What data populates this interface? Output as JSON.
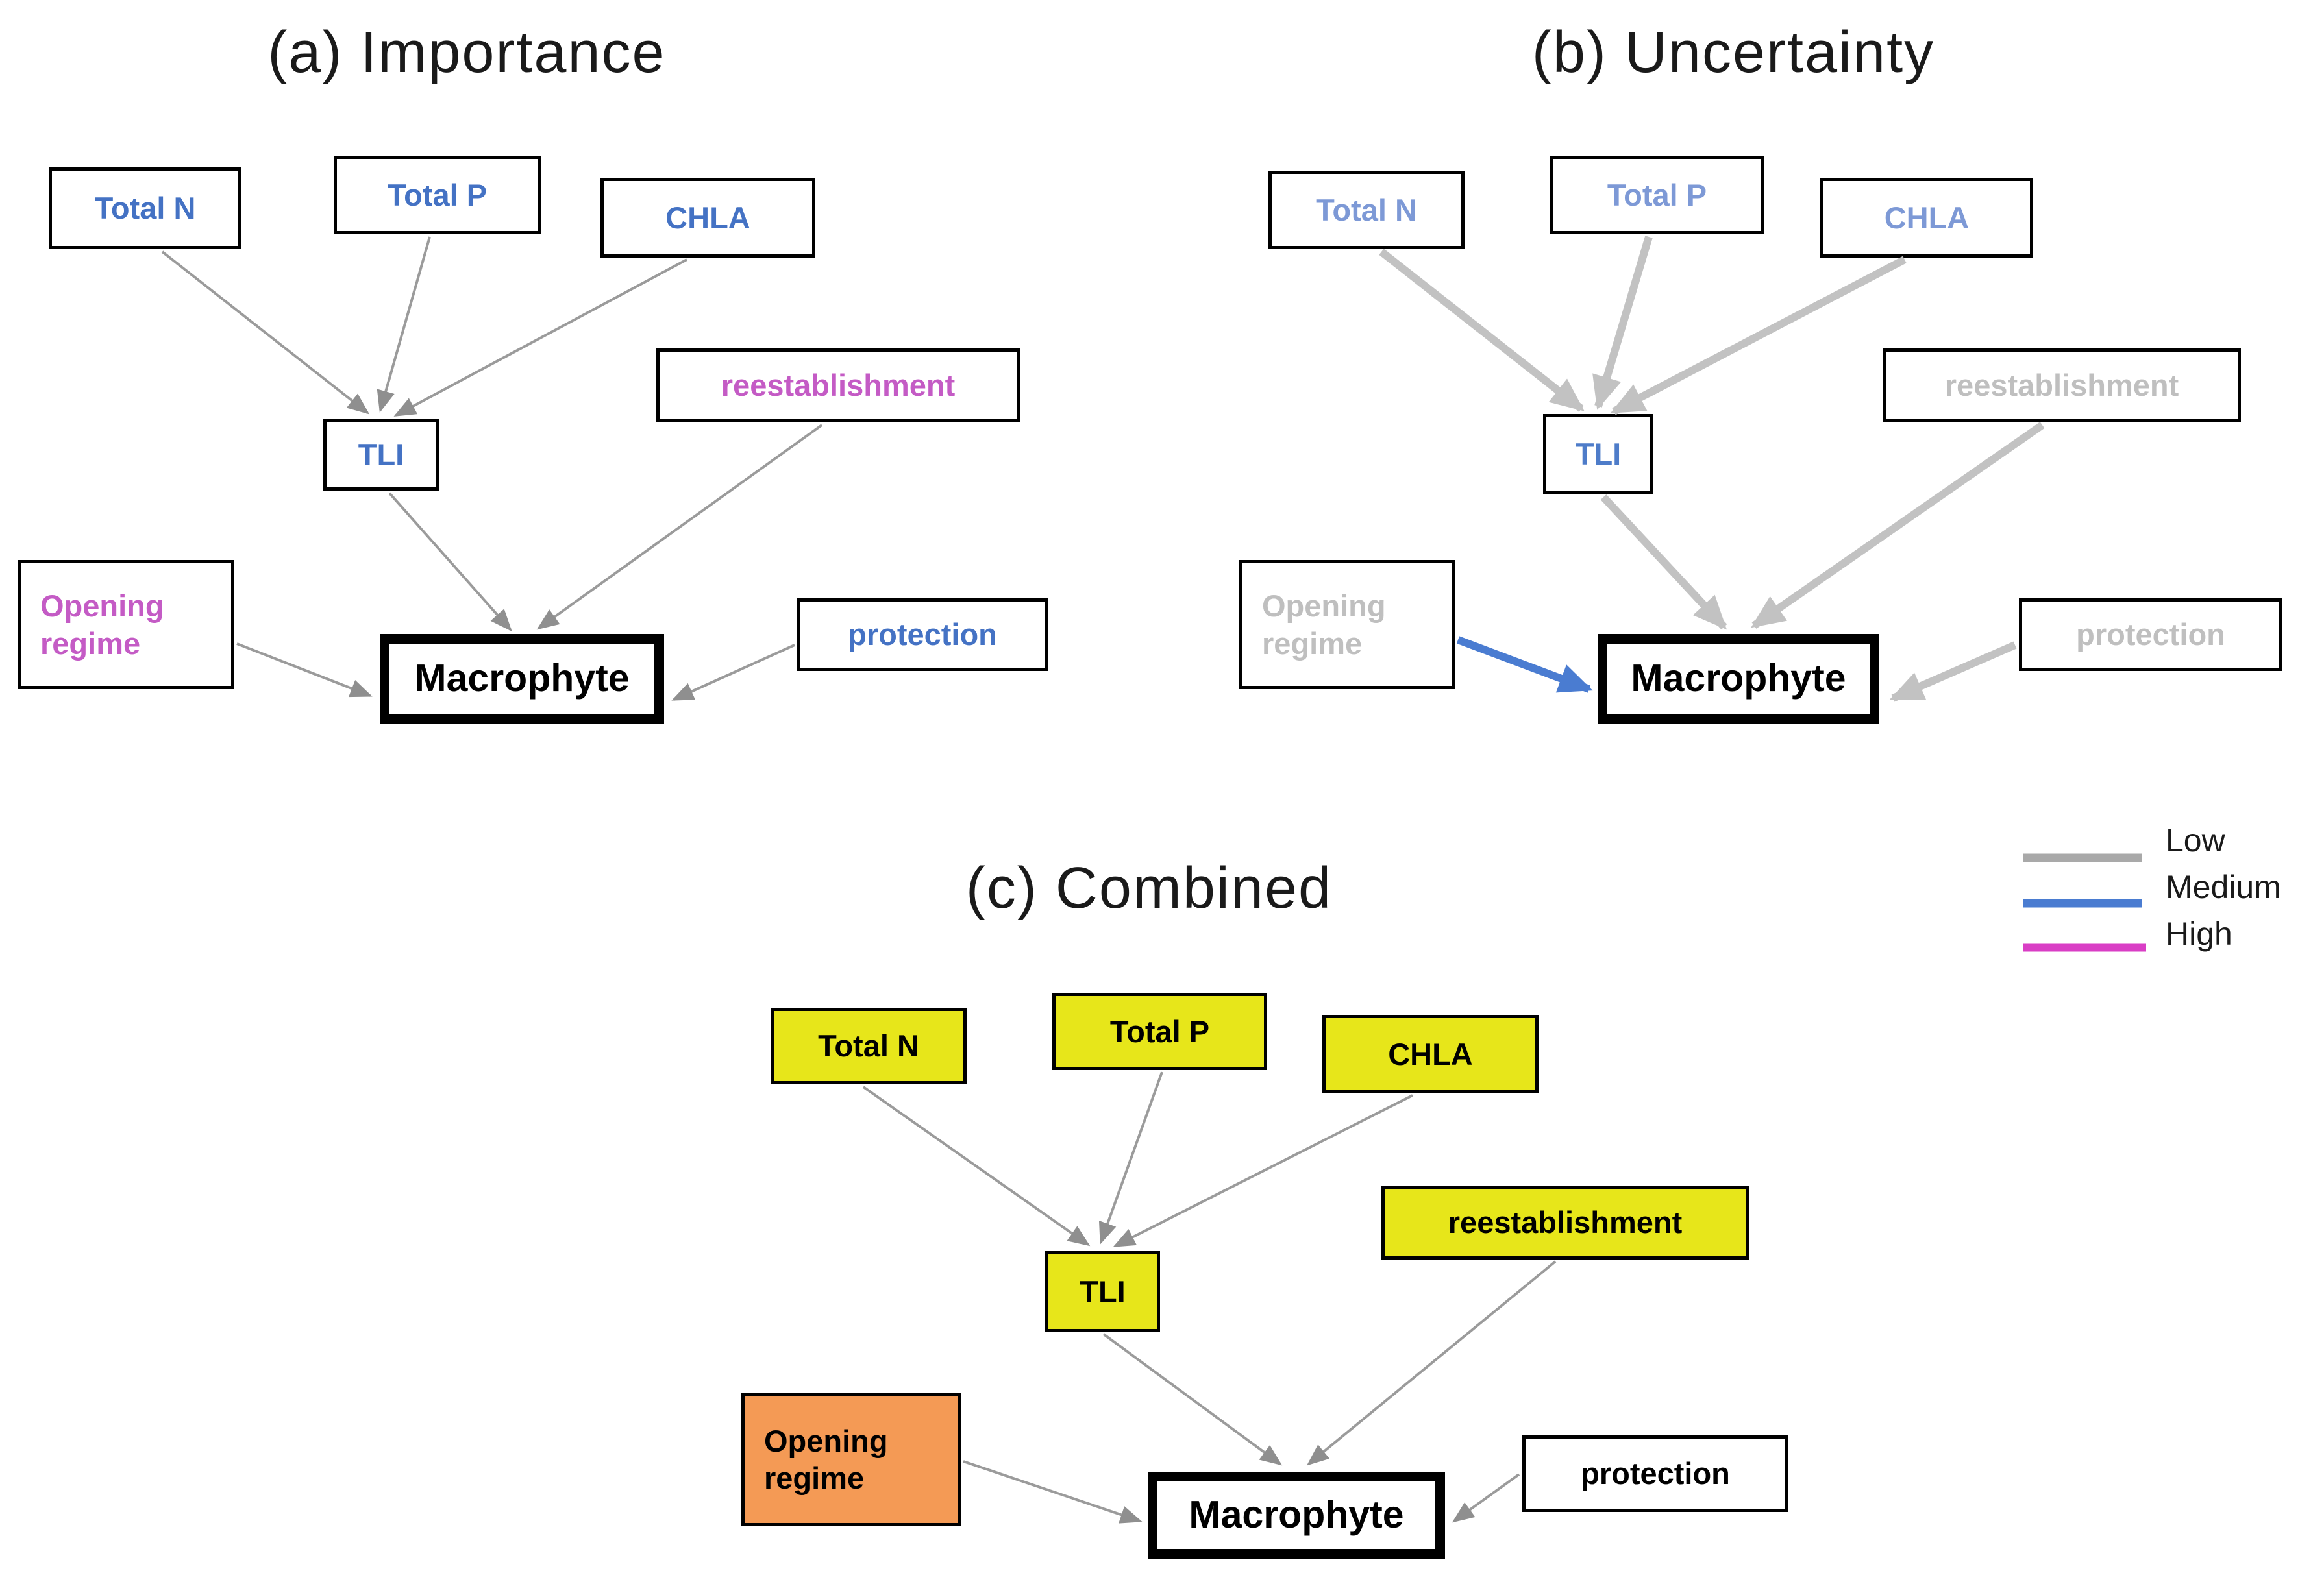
{
  "figure": {
    "description_note": "Influence diagram shown three times: (a) Importance, (b) Uncertainty, (c) Combined"
  },
  "panels": {
    "a": {
      "title": "(a) Importance",
      "nodes": {
        "total_n": {
          "label": "Total N"
        },
        "total_p": {
          "label": "Total P"
        },
        "chla": {
          "label": "CHLA"
        },
        "reestablishment": {
          "label": "reestablishment"
        },
        "tli": {
          "label": "TLI"
        },
        "opening_regime": {
          "label": "Opening\nregime"
        },
        "protection": {
          "label": "protection"
        },
        "macrophyte": {
          "label": "Macrophyte"
        }
      },
      "edges": [
        {
          "from": "Total N",
          "to": "TLI",
          "strength": "low"
        },
        {
          "from": "Total P",
          "to": "TLI",
          "strength": "low"
        },
        {
          "from": "CHLA",
          "to": "TLI",
          "strength": "low"
        },
        {
          "from": "TLI",
          "to": "Macrophyte",
          "strength": "low"
        },
        {
          "from": "reestablishment",
          "to": "Macrophyte",
          "strength": "low"
        },
        {
          "from": "Opening regime",
          "to": "Macrophyte",
          "strength": "low"
        },
        {
          "from": "protection",
          "to": "Macrophyte",
          "strength": "low"
        }
      ]
    },
    "b": {
      "title": "(b) Uncertainty",
      "nodes": {
        "total_n": {
          "label": "Total N"
        },
        "total_p": {
          "label": "Total P"
        },
        "chla": {
          "label": "CHLA"
        },
        "reestablishment": {
          "label": "reestablishment"
        },
        "tli": {
          "label": "TLI"
        },
        "opening_regime": {
          "label": "Opening\nregime"
        },
        "protection": {
          "label": "protection"
        },
        "macrophyte": {
          "label": "Macrophyte"
        }
      },
      "edges": [
        {
          "from": "Total N",
          "to": "TLI",
          "strength": "low"
        },
        {
          "from": "Total P",
          "to": "TLI",
          "strength": "low"
        },
        {
          "from": "CHLA",
          "to": "TLI",
          "strength": "low"
        },
        {
          "from": "TLI",
          "to": "Macrophyte",
          "strength": "low"
        },
        {
          "from": "reestablishment",
          "to": "Macrophyte",
          "strength": "low"
        },
        {
          "from": "Opening regime",
          "to": "Macrophyte",
          "strength": "medium"
        },
        {
          "from": "protection",
          "to": "Macrophyte",
          "strength": "low"
        }
      ]
    },
    "c": {
      "title": "(c) Combined",
      "nodes": {
        "total_n": {
          "label": "Total N"
        },
        "total_p": {
          "label": "Total P"
        },
        "chla": {
          "label": "CHLA"
        },
        "reestablishment": {
          "label": "reestablishment"
        },
        "tli": {
          "label": "TLI"
        },
        "opening_regime": {
          "label": "Opening\nregime"
        },
        "protection": {
          "label": "protection"
        },
        "macrophyte": {
          "label": "Macrophyte"
        }
      },
      "edges": [
        {
          "from": "Total N",
          "to": "TLI",
          "strength": "low"
        },
        {
          "from": "Total P",
          "to": "TLI",
          "strength": "low"
        },
        {
          "from": "CHLA",
          "to": "TLI",
          "strength": "low"
        },
        {
          "from": "TLI",
          "to": "Macrophyte",
          "strength": "low"
        },
        {
          "from": "reestablishment",
          "to": "Macrophyte",
          "strength": "low"
        },
        {
          "from": "Opening regime",
          "to": "Macrophyte",
          "strength": "low"
        },
        {
          "from": "protection",
          "to": "Macrophyte",
          "strength": "low"
        }
      ]
    }
  },
  "legend": {
    "items": [
      {
        "label": "Low",
        "color": "#A9A9A9"
      },
      {
        "label": "Medium",
        "color": "#4A7CD1"
      },
      {
        "label": "High",
        "color": "#D93EC5"
      }
    ]
  },
  "colors": {
    "edge_low_thin": "#9B9B9B",
    "edge_low_thick": "#C2C2C2",
    "edge_medium": "#4A7CD1",
    "edge_high": "#D93EC5",
    "arrowhead_thin": "#8F8F8F",
    "arrowhead_thick": "#C2C2C2",
    "arrowhead_blue": "#4A7CD1",
    "node_text_blue": "#4472C4",
    "node_text_blue_light": "#7D99D6",
    "node_text_magenta": "#C45BC5",
    "node_text_gray": "#BFBFBF",
    "node_fill_yellow": "#E7E61A",
    "node_fill_orange": "#F49A55",
    "node_border": "#000000"
  }
}
